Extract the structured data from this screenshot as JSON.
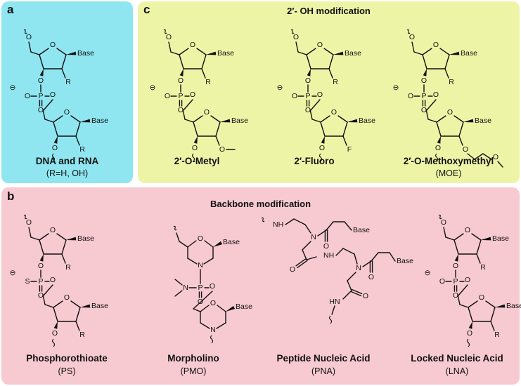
{
  "panels": {
    "a": {
      "letter": "a",
      "name": "DNA and RNA",
      "sub": "(R=H, OH)"
    },
    "c": {
      "letter": "c",
      "heading": "2′- OH modification",
      "items": [
        {
          "name": "2′-O-Metyl",
          "sub": ""
        },
        {
          "name": "2′-Fluoro",
          "sub": ""
        },
        {
          "name": "2′-O-Methoxymethyl",
          "sub": "(MOE)"
        }
      ]
    },
    "b": {
      "letter": "b",
      "heading": "Backbone modification",
      "items": [
        {
          "name": "Phosphorothioate",
          "sub": "(PS)"
        },
        {
          "name": "Morpholino",
          "sub": "(PMO)"
        },
        {
          "name": "Peptide Nucleic Acid",
          "sub": "(PNA)"
        },
        {
          "name": "Locked Nucleic Acid",
          "sub": "(LNA)"
        }
      ]
    }
  },
  "atoms": {
    "o": "O",
    "p": "P",
    "s": "S",
    "n": "N",
    "nh": "NH",
    "hn": "HN",
    "f": "F",
    "r": "R",
    "base": "Base",
    "charge": "⊖"
  },
  "colors": {
    "panel_a": "#8fe6f0",
    "panel_c": "#eef4a6",
    "panel_b": "#f7c9d1"
  }
}
